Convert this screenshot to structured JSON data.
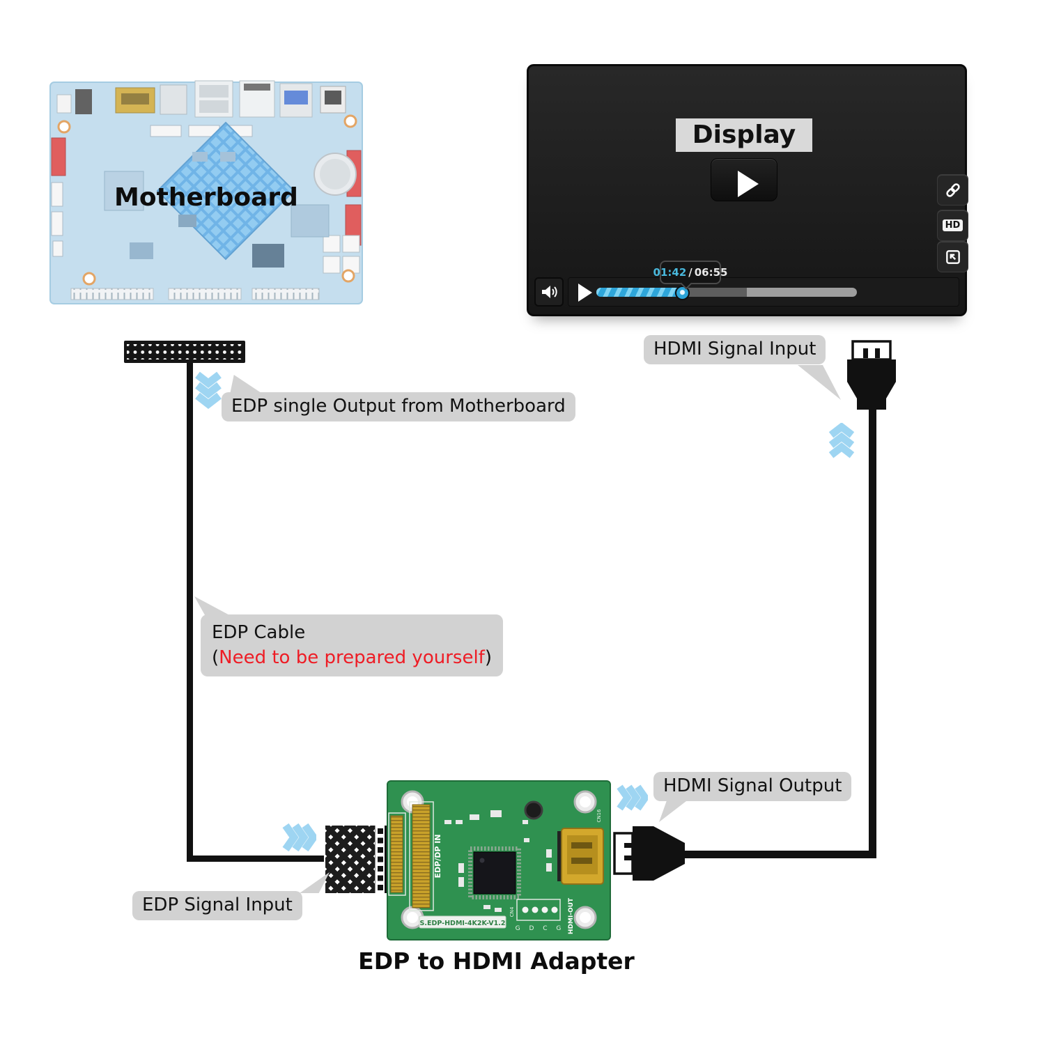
{
  "diagram": {
    "motherboard_label": "Motherboard",
    "adapter_caption": "EDP to HDMI Adapter"
  },
  "player": {
    "display_label": "Display",
    "hd_label": "HD",
    "time_current": "01:42",
    "time_separator": "/",
    "time_total": "06:55"
  },
  "callouts": {
    "edp_output": "EDP single Output from Motherboard",
    "hdmi_input": "HDMI Signal Input",
    "edp_cable_title": "EDP Cable",
    "edp_cable_paren_open": "(",
    "edp_cable_note": "Need to be prepared yourself",
    "edp_cable_paren_close": ")",
    "edp_signal_input": "EDP Signal Input",
    "hdmi_signal_output": "HDMI Signal Output"
  },
  "adapter_board": {
    "silkscreen": "S.EDP-HDMI-4K2K-V1.2",
    "edp_in_label": "EDP/DP IN",
    "hdmi_out_label": "HDMI-OUT",
    "cn4_label": "CN4",
    "cn16_label": "CN16",
    "pin_labels": "G  D  C  G"
  },
  "colors": {
    "chevron_blue": "#9ed5f2",
    "bubble_grey": "#d2d2d2",
    "note_red": "#ee1c25",
    "progress_blue": "#41b1e1",
    "pcb_green": "#2f9150",
    "cable_black": "#111111"
  }
}
